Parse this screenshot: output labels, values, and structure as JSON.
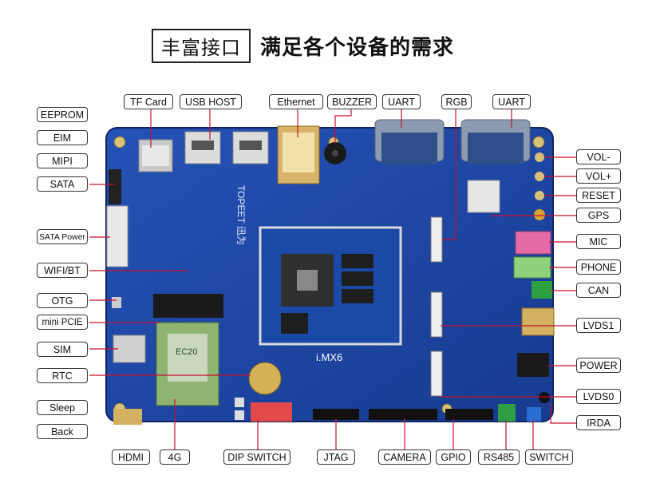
{
  "title": {
    "boxed": "丰富接口",
    "main": "满足各个设备的需求"
  },
  "labels": {
    "tfcard": "TF Card",
    "usbhost": "USB HOST",
    "ethernet": "Ethernet",
    "buzzer": "BUZZER",
    "uart1": "UART",
    "rgb": "RGB",
    "uart2": "UART",
    "eeprom": "EEPROM",
    "eim": "EIM",
    "mipi": "MIPI",
    "sata": "SATA",
    "satapower": "SATA Power",
    "wifibt": "WIFI/BT",
    "otg": "OTG",
    "minipcie": "mini PCIE",
    "sim": "SIM",
    "rtc": "RTC",
    "sleep": "Sleep",
    "back": "Back",
    "volminus": "VOL-",
    "volplus": "VOL+",
    "reset": "RESET",
    "gps": "GPS",
    "mic": "MIC",
    "phone": "PHONE",
    "can": "CAN",
    "lvds1": "LVDS1",
    "power": "POWER",
    "lvds0": "LVDS0",
    "irda": "IRDA",
    "hdmi": "HDMI",
    "fourg": "4G",
    "dipswitch": "DIP SWITCH",
    "jtag": "JTAG",
    "camera": "CAMERA",
    "gpio": "GPIO",
    "rs485": "RS485",
    "switch": "SWITCH"
  },
  "board": {
    "brand": "TOPEET 迅为",
    "soc_label": "i.MX6",
    "module_text": "EC20",
    "colors": {
      "pcb": "#1c3f9a",
      "pcb_dark": "#122b73",
      "accent_line": "#c8102e"
    }
  }
}
